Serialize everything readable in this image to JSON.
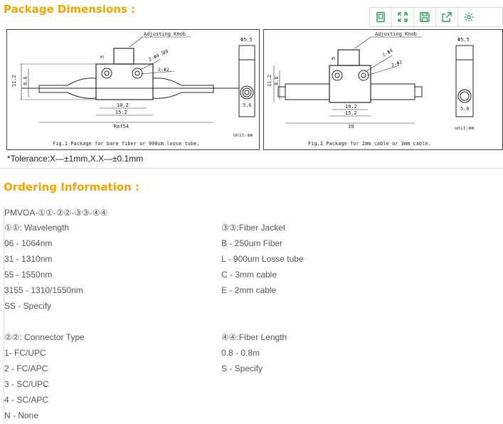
{
  "package": {
    "title": "Package Dimensions :",
    "fig1": {
      "caption": "Fig.1 Package for bare fiber or 900um loose tube.",
      "knob_label": "Adjusting Knob",
      "hole_label_1": "2-Φ4 深0",
      "hole_label_2": "2-Φ2",
      "dim_5": "5",
      "dim_11_2": "11.2",
      "dim_8_6": "8.6",
      "dim_10_2": "10.2",
      "dim_15_2": "15.2",
      "dim_ref54": "Ref54",
      "dim_phi5_5": "Φ5.5",
      "dim_5_6": "5.6",
      "unit": "Unit:mm"
    },
    "fig2": {
      "caption": "Fig.2 Package for 2mm cable or 3mm cable.",
      "knob_label": "Adjusting Knob",
      "hole_label_1": "2-Φ4",
      "hole_label_2": "2-Φ2",
      "dim_5": "5",
      "dim_11_2": "11.2",
      "dim_8_6": "8.6",
      "dim_10_2": "10.2",
      "dim_15_2": "15.2",
      "dim_39": "39",
      "dim_phi5_5": "Φ5.5",
      "dim_5_6": "5.6",
      "unit": "unit:mm"
    },
    "tolerance": "*Tolerance:X—±1mm,X.X—±0.1mm"
  },
  "toolbar": {
    "icons": [
      "document-icon",
      "expand-icon",
      "save-icon",
      "share-icon",
      "settings-icon"
    ],
    "accent": "#2e9e5b"
  },
  "ordering": {
    "title": "Ordering Information :",
    "code": "PMVOA-①①-②②-③③-④④",
    "wavelength": {
      "header": "①①: Wavelength",
      "items": [
        "06 - 1064nm",
        "31 - 1310nm",
        "55 - 1550nm",
        "3155 - 1310/1550nm",
        "SS - Specify"
      ]
    },
    "jacket": {
      "header": "③③:Fiber Jacket",
      "items": [
        "B - 250um Fiber",
        "L - 900um Losse tube",
        "C - 3mm cable",
        "E - 2mm cable"
      ]
    },
    "connector": {
      "header": "②②: Connector Type",
      "items": [
        "1- FC/UPC",
        "2 - FC/APC",
        "3 - SC/UPC",
        "4 - SC/APC",
        "N - None"
      ]
    },
    "length": {
      "header": "④④:Fiber Length",
      "items": [
        "0.8 - 0.8m",
        "S - Specify"
      ]
    }
  },
  "colors": {
    "title": "#f0a400",
    "text": "#555555"
  }
}
